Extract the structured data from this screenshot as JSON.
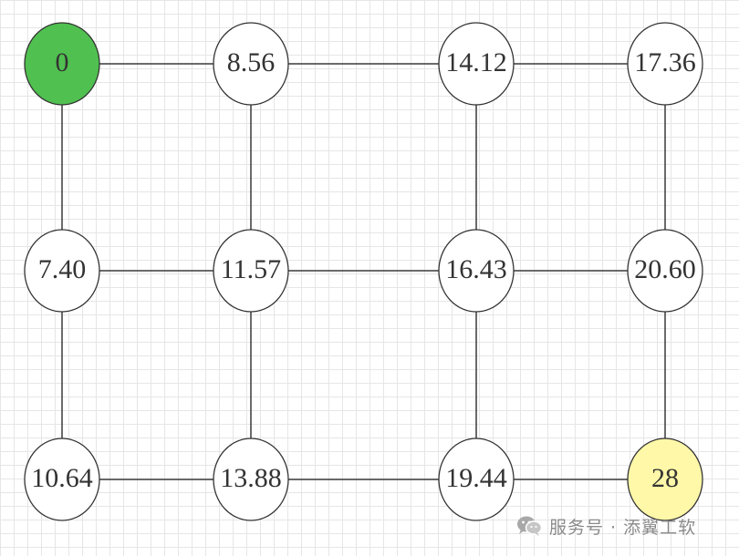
{
  "diagram": {
    "nodes": [
      {
        "id": "n00",
        "label": "0",
        "row": 0,
        "col": 0,
        "fill": "#50c050"
      },
      {
        "id": "n01",
        "label": "8.56",
        "row": 0,
        "col": 1,
        "fill": "#ffffff"
      },
      {
        "id": "n02",
        "label": "14.12",
        "row": 0,
        "col": 2,
        "fill": "#ffffff"
      },
      {
        "id": "n03",
        "label": "17.36",
        "row": 0,
        "col": 3,
        "fill": "#ffffff"
      },
      {
        "id": "n10",
        "label": "7.40",
        "row": 1,
        "col": 0,
        "fill": "#ffffff"
      },
      {
        "id": "n11",
        "label": "11.57",
        "row": 1,
        "col": 1,
        "fill": "#ffffff"
      },
      {
        "id": "n12",
        "label": "16.43",
        "row": 1,
        "col": 2,
        "fill": "#ffffff"
      },
      {
        "id": "n13",
        "label": "20.60",
        "row": 1,
        "col": 3,
        "fill": "#ffffff"
      },
      {
        "id": "n20",
        "label": "10.64",
        "row": 2,
        "col": 0,
        "fill": "#ffffff"
      },
      {
        "id": "n21",
        "label": "13.88",
        "row": 2,
        "col": 1,
        "fill": "#ffffff"
      },
      {
        "id": "n22",
        "label": "19.44",
        "row": 2,
        "col": 2,
        "fill": "#ffffff"
      },
      {
        "id": "n23",
        "label": "28",
        "row": 2,
        "col": 3,
        "fill": "#fff8a8"
      }
    ],
    "edges": [
      [
        "n00",
        "n01"
      ],
      [
        "n01",
        "n02"
      ],
      [
        "n02",
        "n03"
      ],
      [
        "n10",
        "n11"
      ],
      [
        "n11",
        "n12"
      ],
      [
        "n12",
        "n13"
      ],
      [
        "n20",
        "n21"
      ],
      [
        "n21",
        "n22"
      ],
      [
        "n22",
        "n23"
      ],
      [
        "n00",
        "n10"
      ],
      [
        "n10",
        "n20"
      ],
      [
        "n01",
        "n11"
      ],
      [
        "n11",
        "n21"
      ],
      [
        "n02",
        "n12"
      ],
      [
        "n12",
        "n22"
      ],
      [
        "n03",
        "n13"
      ],
      [
        "n13",
        "n23"
      ]
    ]
  },
  "watermark": {
    "icon": "wechat-icon",
    "text": "服务号 · 添翼工软"
  }
}
